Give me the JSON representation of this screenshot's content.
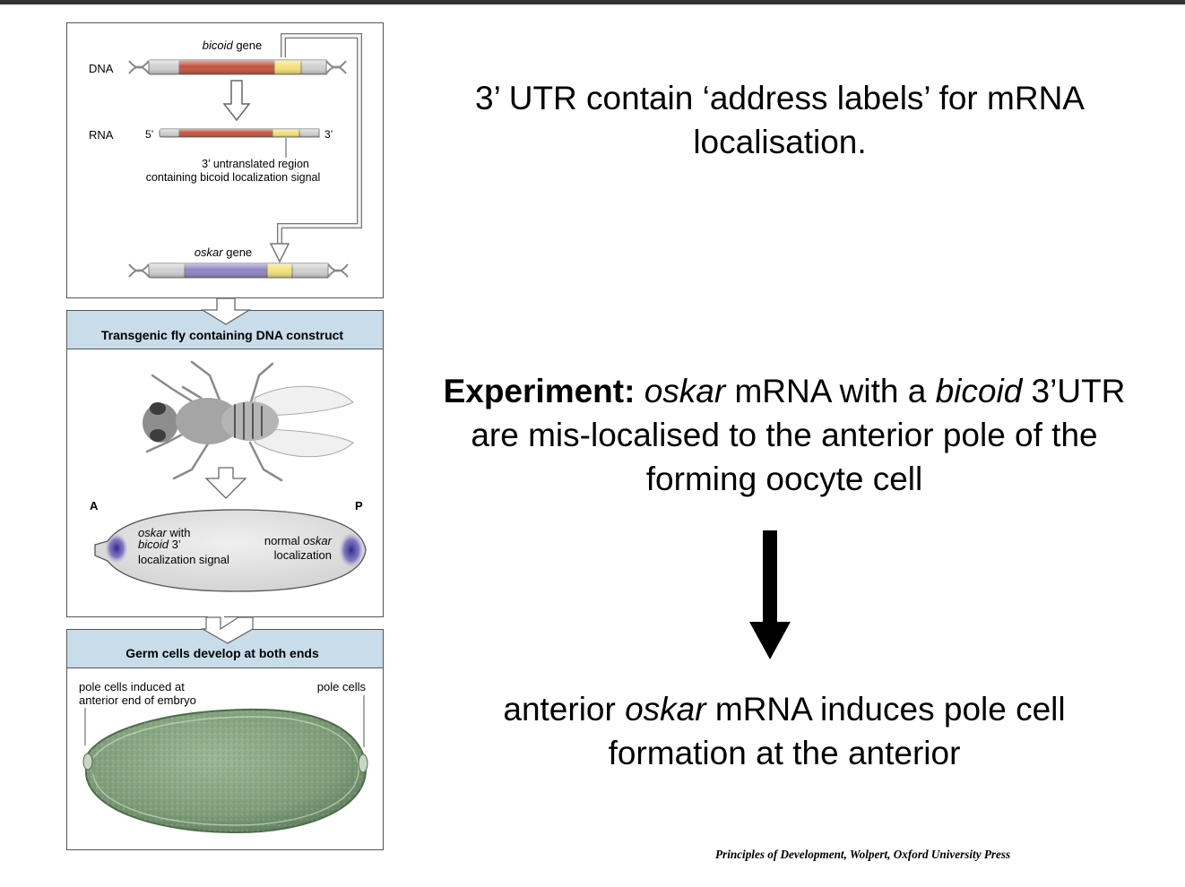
{
  "slide": {
    "heading": "3’ UTR contain ‘address labels’ for mRNA localisation.",
    "experiment": {
      "label": "Experiment:",
      "text_1": " ",
      "oskar": "oskar",
      "text_2": " mRNA with a ",
      "bicoid": "bicoid",
      "text_3": " 3’UTR are mis-localised to the anterior pole of the forming oocyte cell"
    },
    "result": {
      "text_1": "anterior ",
      "oskar": "oskar",
      "text_2": " mRNA induces pole cell formation at the anterior"
    },
    "citation": "Principles of Development, Wolpert, Oxford University Press"
  },
  "figure": {
    "bicoid_gene_italic": "bicoid",
    "bicoid_gene_suffix": " gene",
    "dna_label": "DNA",
    "rna_label": "RNA",
    "five_prime": "5’",
    "three_prime": "3’",
    "utr_line1": "3’ untranslated region",
    "utr_line2": "containing bicoid localization signal",
    "oskar_gene_italic": "oskar",
    "oskar_gene_suffix": " gene",
    "transgenic_header": "Transgenic fly containing DNA construct",
    "anterior_label": "A",
    "posterior_label": "P",
    "oskar_with_italic": "oskar",
    "oskar_with_suffix": " with",
    "bicoid_3_italic": "bicoid",
    "bicoid_3_suffix": " 3’",
    "localization_signal": "localization signal",
    "normal_prefix": "normal ",
    "normal_oskar_italic": "oskar",
    "normal_localization": "localization",
    "germ_header": "Germ cells develop at both ends",
    "pole_induced_line1": "pole cells induced at",
    "pole_induced_line2": "anterior end of embryo",
    "pole_cells": "pole cells"
  },
  "colors": {
    "panel_header_fill": "#c8dcea",
    "coding_red": "#c4553f",
    "utr_yellow": "#f3e27a",
    "oskar_blue": "#8e86c4",
    "staining_purple": "#4b3a9e",
    "embryo_green": "#8fae8a",
    "top_bar": "#333333"
  }
}
